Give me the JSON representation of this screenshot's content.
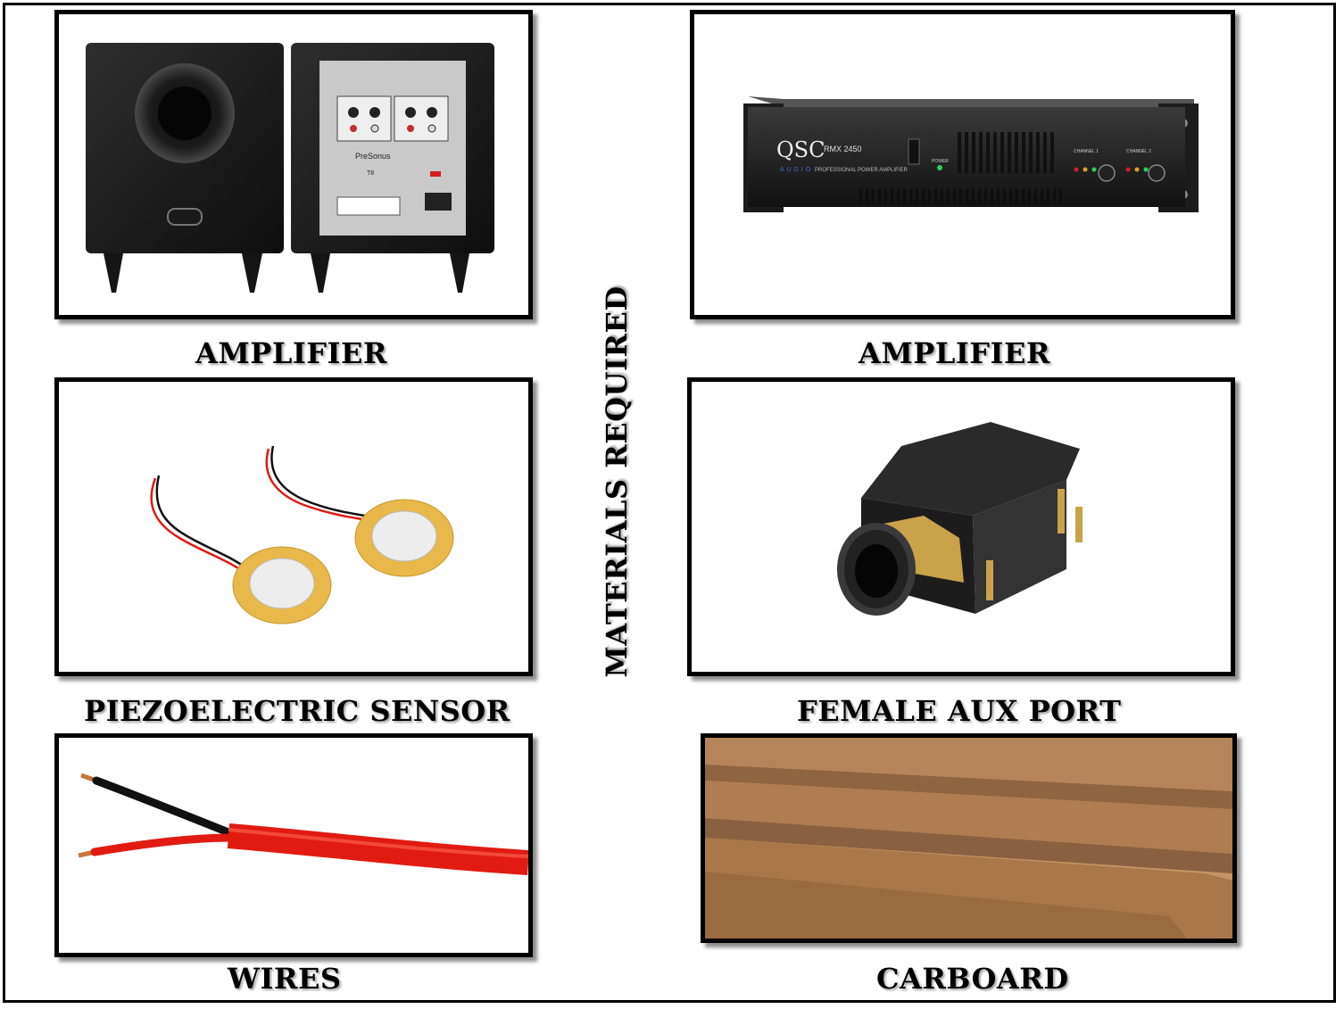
{
  "title": "MATERIALS REQUIRED",
  "items": [
    {
      "label": "AMPLIFIER",
      "image": "subwoofer-speaker",
      "brand_text": "PreSonus",
      "model_text": "T8"
    },
    {
      "label": "AMPLIFIER",
      "image": "rack-power-amplifier",
      "brand_text": "QSC",
      "sub_brand": "AUDIO",
      "model_text": "RMX 2450",
      "caption_text": "PROFESSIONAL POWER AMPLIFIER",
      "channel1": "CHANNEL 1",
      "channel2": "CHANNEL 2",
      "power_text": "POWER"
    },
    {
      "label": "PIEZOELECTRIC SENSOR",
      "image": "piezo-discs"
    },
    {
      "label": "FEMALE AUX PORT",
      "image": "audio-jack"
    },
    {
      "label": "WIRES",
      "image": "red-black-wire"
    },
    {
      "label": "CARBOARD",
      "image": "cardboard-sheets"
    }
  ],
  "colors": {
    "border": "#000000",
    "wire_red": "#e21b12",
    "piezo_gold": "#e8b84a",
    "cardboard": "#a9774a"
  }
}
